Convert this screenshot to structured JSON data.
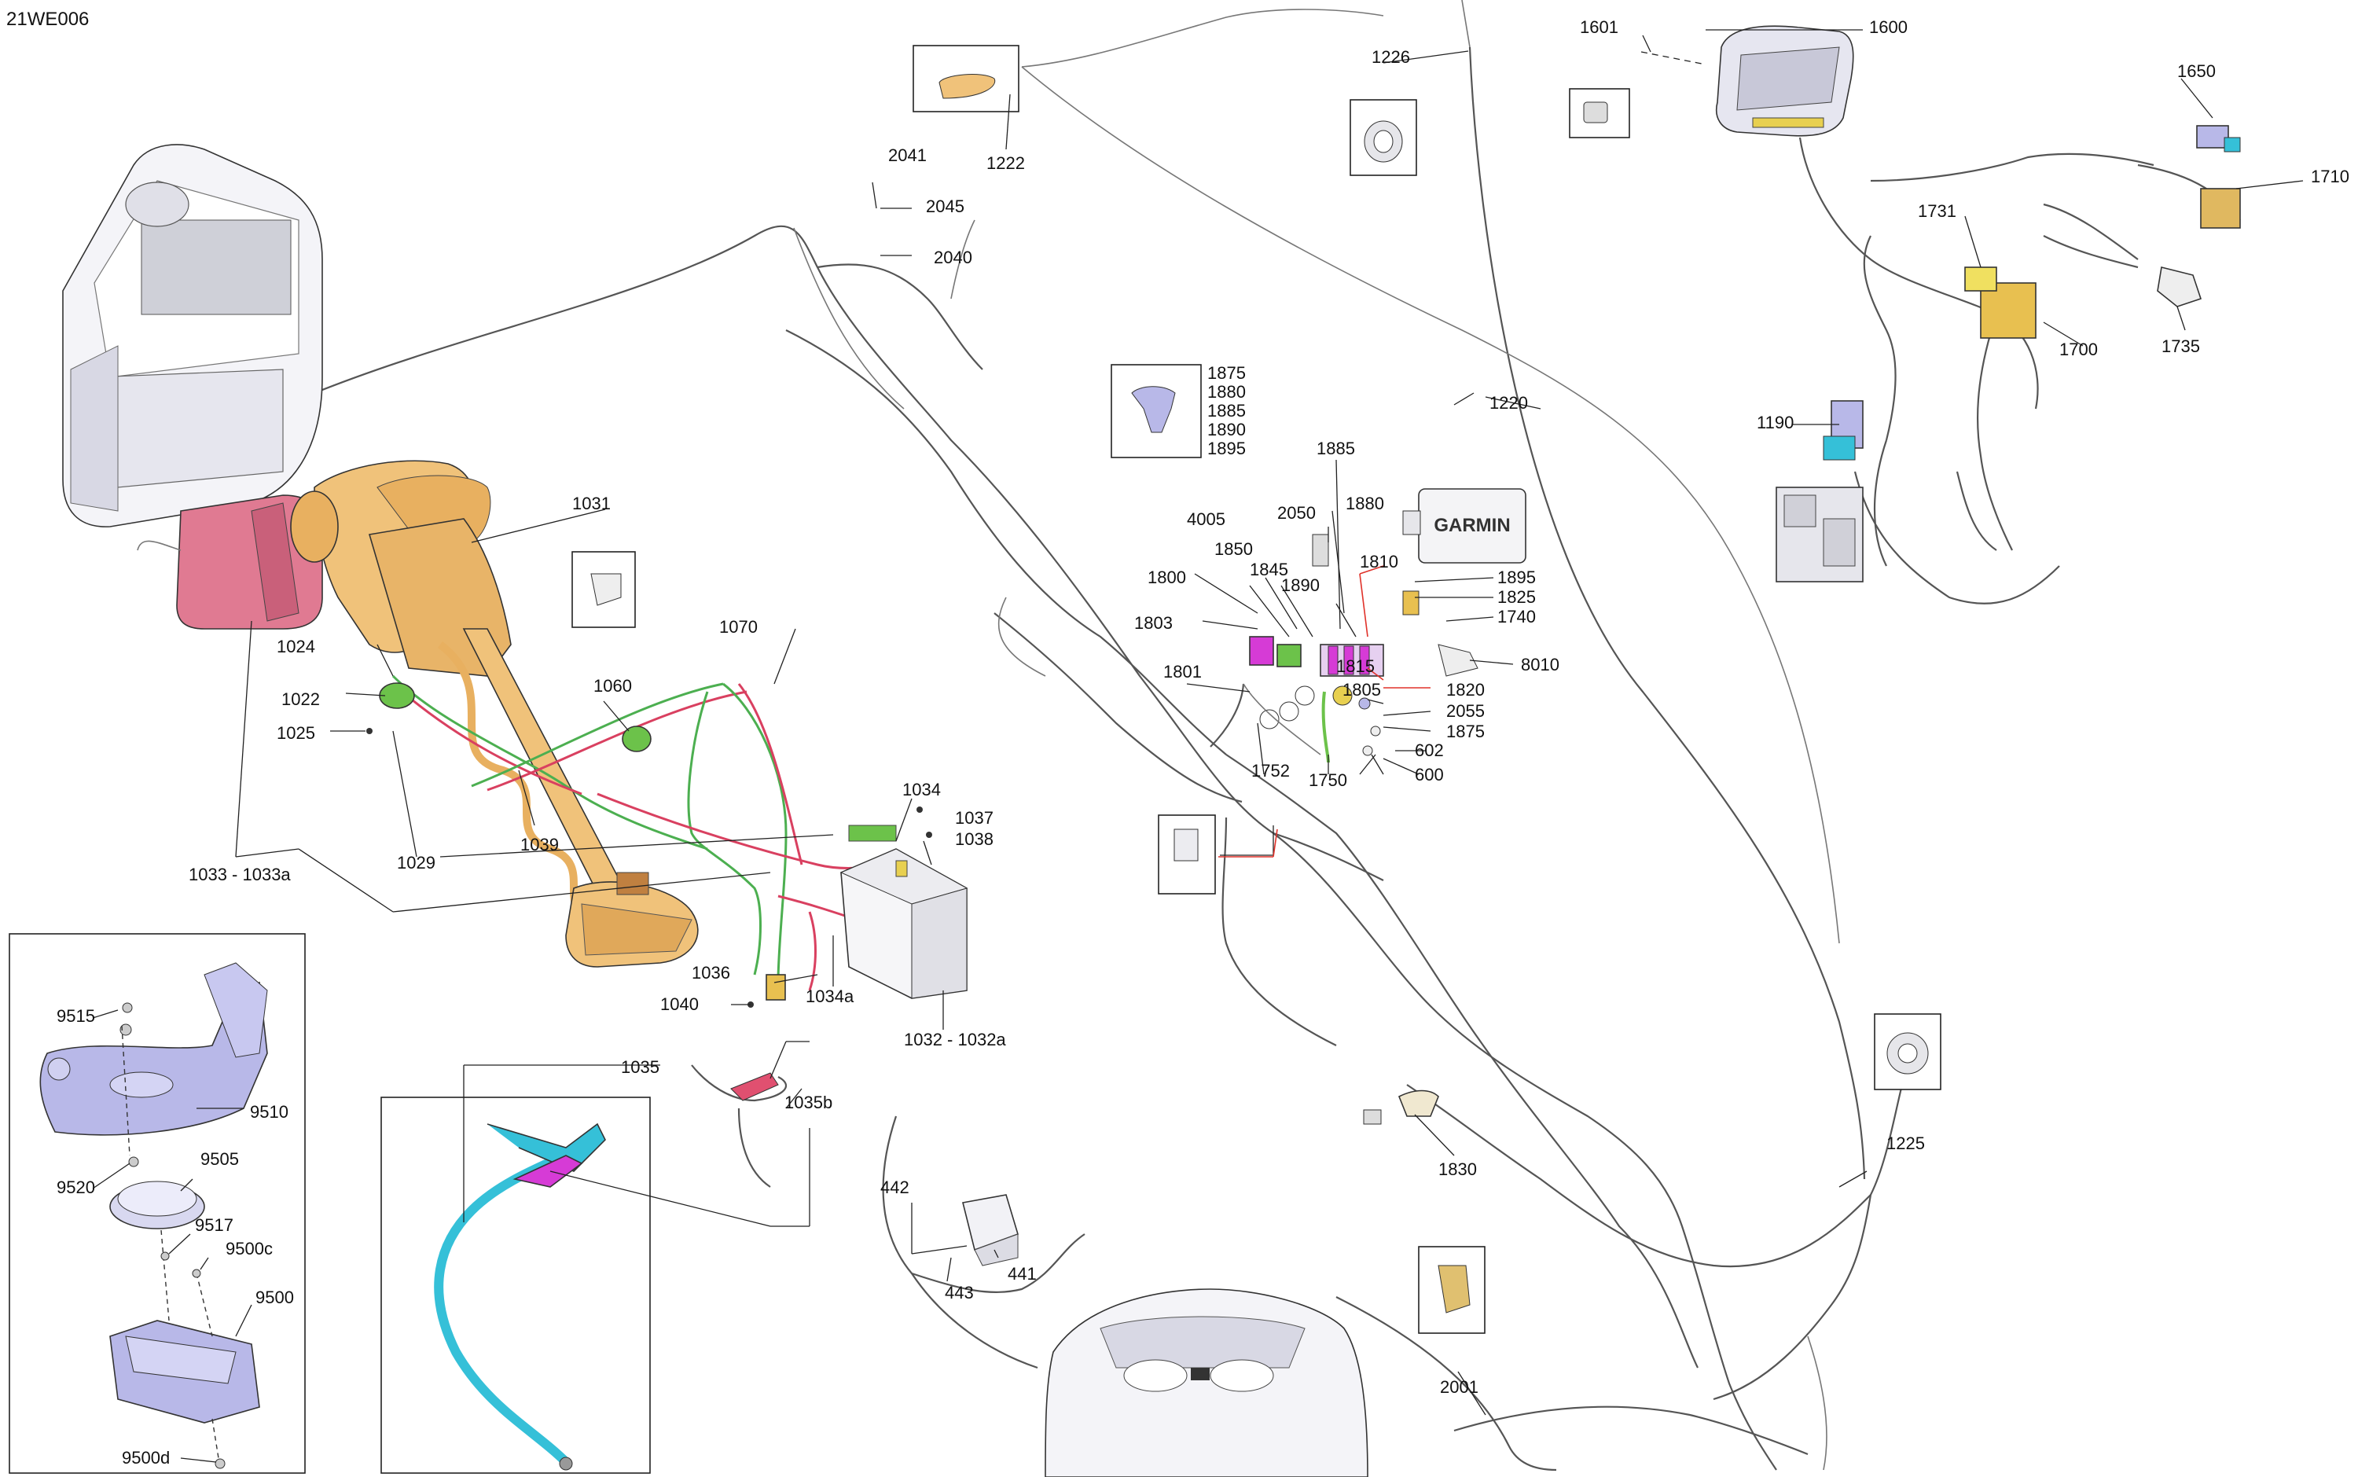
{
  "diagram_ref": "21WE006",
  "brand_text": "GARMIN",
  "colors": {
    "motor": "#f0c27a",
    "battery_bag": "#e07a92",
    "connector_green": "#6cc24a",
    "wire_green": "#4caf50",
    "wire_red": "#d94060",
    "cable_cyan": "#35c0d8",
    "clip_magenta": "#d63bd6",
    "clip_yellow": "#e8d050",
    "part_lavender": "#b8b8e8",
    "harness_grey": "#9a9a9a"
  },
  "labels": {
    "l1600": "1600",
    "l1601": "1601",
    "l1650": "1650",
    "l1710": "1710",
    "l1731": "1731",
    "l1700": "1700",
    "l1735": "1735",
    "l1190": "1190",
    "l1226": "1226",
    "l1222": "1222",
    "l2041": "2041",
    "l2045": "2045",
    "l2040": "2040",
    "l1220": "1220",
    "l1225": "1225",
    "l1031": "1031",
    "l1060": "1060",
    "l1070": "1070",
    "l1024": "1024",
    "l1022": "1022",
    "l1025": "1025",
    "l1029": "1029",
    "l1039": "1039",
    "l1033": "1033 - 1033a",
    "l1034": "1034",
    "l1037": "1037",
    "l1038": "1038",
    "l1036": "1036",
    "l1040": "1040",
    "l1034a": "1034a",
    "l1032": "1032 - 1032a",
    "l1035": "1035",
    "l1035b": "1035b",
    "l442": "442",
    "l443": "443",
    "l441": "441",
    "l1830": "1830",
    "l2001": "2001",
    "l9515": "9515",
    "l9510": "9510",
    "l9520": "9520",
    "l9505": "9505",
    "l9517": "9517",
    "l9500c": "9500c",
    "l9500": "9500",
    "l9500d": "9500d",
    "clip1875": "1875",
    "clip1880": "1880",
    "clip1885": "1885",
    "clip1890": "1890",
    "clip1895": "1895",
    "l1885": "1885",
    "l2050": "2050",
    "l1880": "1880",
    "l4005": "4005",
    "l1850": "1850",
    "l1845": "1845",
    "l1890": "1890",
    "l1810": "1810",
    "l1800": "1800",
    "l1803": "1803",
    "l1801": "1801",
    "l1815": "1815",
    "l1805": "1805",
    "l1820": "1820",
    "l2055": "2055",
    "l1875": "1875",
    "l602": "602",
    "l600": "600",
    "l1752": "1752",
    "l1750": "1750",
    "l1895": "1895",
    "l1825": "1825",
    "l1740": "1740",
    "l8010": "8010"
  }
}
